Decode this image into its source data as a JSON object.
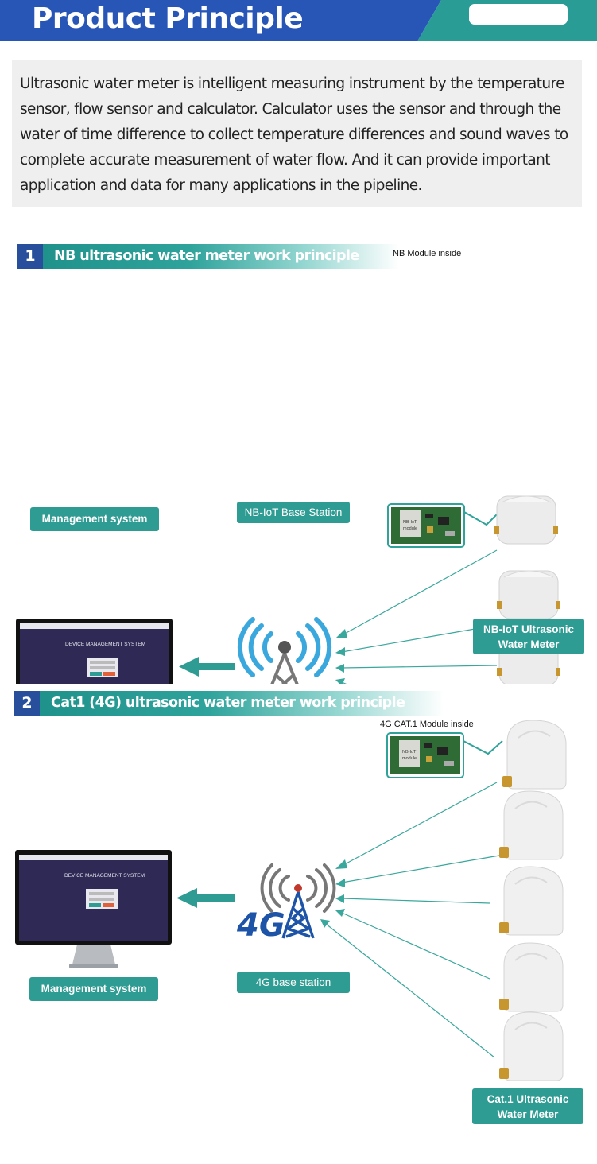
{
  "header": {
    "title": "Product Principle",
    "colors": {
      "blue": "#2856b6",
      "teal": "#2a9c96"
    }
  },
  "intro": {
    "text": "Ultrasonic water meter is intelligent measuring instrument by the temperature sensor, flow sensor and calculator. Calculator uses the sensor and through the water of time difference to collect temperature differences and sound waves to complete accurate measurement of water flow. And it can provide important application and data for many applications in the pipeline."
  },
  "sections": [
    {
      "number": "1",
      "title": "NB ultrasonic water meter work principle",
      "module_caption": "NB Module inside",
      "module_chip": "NB-IoT module",
      "screen_title": "DEVICE MANAGEMENT SYSTEM",
      "management_label": "Management system",
      "station_label": "NB-IoT Base Station",
      "meter_label_line1": "NB-IoT Ultrasonic",
      "meter_label_line2": "Water Meter",
      "station_icon": "radio-tower-icon"
    },
    {
      "number": "2",
      "title": "Cat1 (4G) ultrasonic water meter work principle",
      "module_caption": "4G CAT.1 Module inside",
      "module_chip": "NB-IoT module",
      "screen_title": "DEVICE MANAGEMENT SYSTEM",
      "management_label": "Management system",
      "station_label": "4G base station",
      "station_logo_text": "4G",
      "meter_label_line1": "Cat.1 Ultrasonic",
      "meter_label_line2": "Water Meter",
      "station_icon": "4g-tower-icon"
    }
  ]
}
